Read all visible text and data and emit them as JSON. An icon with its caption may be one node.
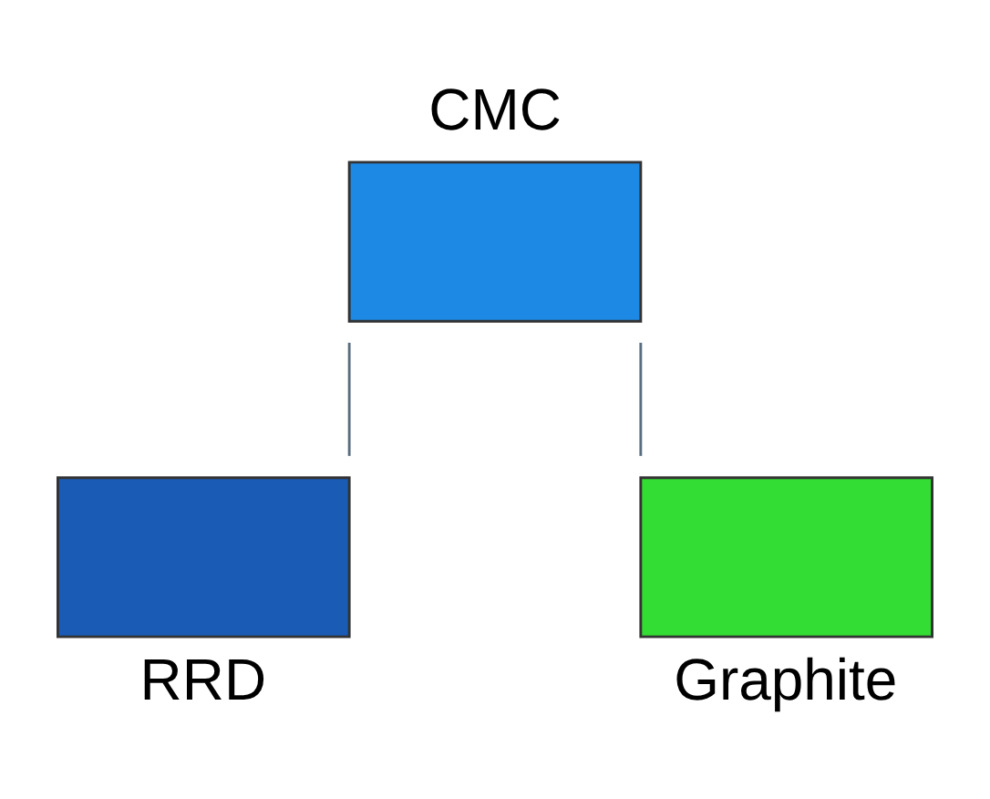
{
  "diagram": {
    "nodes": [
      {
        "text": [
          "CMC"
        ]
      },
      {
        "text": [
          "RRD"
        ]
      },
      {
        "text": [
          "Graphite"
        ]
      }
    ],
    "edges": [
      {
        "from": 0,
        "to": 1,
        "arrow": "none"
      },
      {
        "from": 0,
        "to": 2,
        "arrow": "none"
      }
    ]
  }
}
